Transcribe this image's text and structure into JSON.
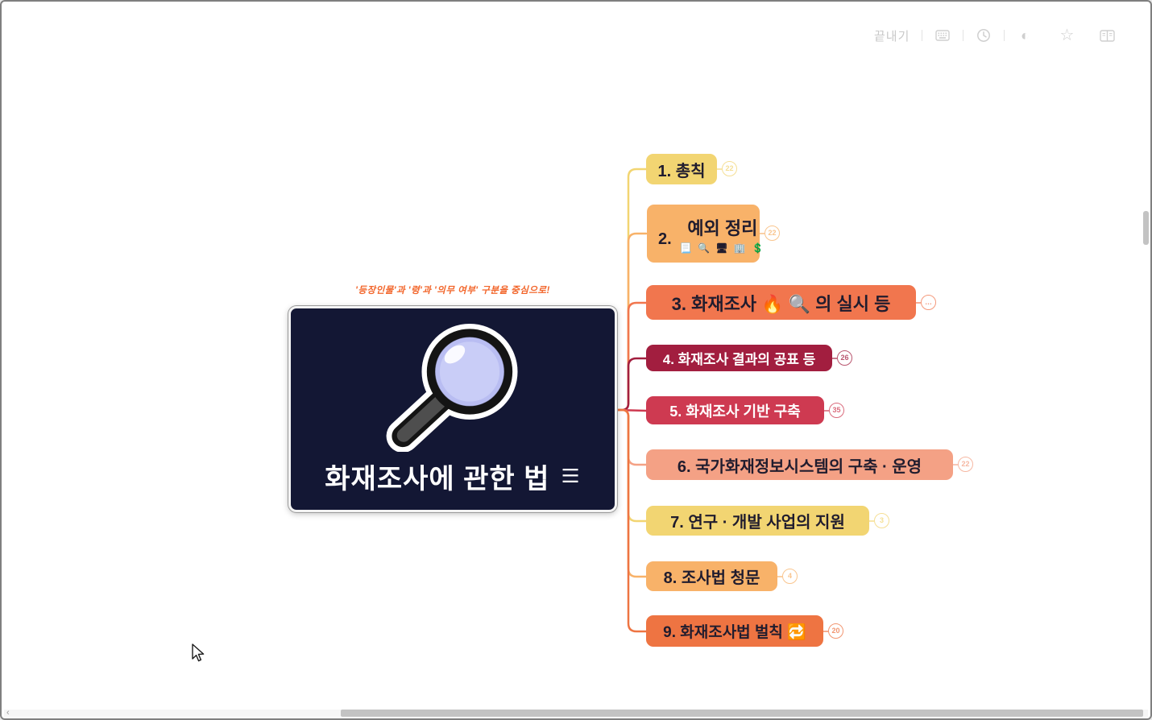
{
  "toolbar": {
    "exit_label": "끝내기",
    "icons": [
      {
        "name": "keyboard-icon"
      },
      {
        "name": "history-clock-icon"
      },
      {
        "name": "contrast-icon",
        "glyph": "◐"
      },
      {
        "name": "star-icon",
        "glyph": "☆"
      },
      {
        "name": "split-view-icon"
      }
    ]
  },
  "annotation": {
    "text": "'등장인물'과 '령'과 '의무 여부' 구분을 중심으로!",
    "color": "#f2652a"
  },
  "central": {
    "title": "화재조사에 관한 법",
    "notes_icon": "☰",
    "bg_color": "#131734",
    "image": "magnifying-glass-illustration"
  },
  "branches": [
    {
      "label": "1. 총칙",
      "badge": "22",
      "color": "#F2D572",
      "text_color": "#201c2e"
    },
    {
      "number": "2.",
      "title": "예외 정리",
      "emojis": "📃 🔍 🖥 🏢 💲",
      "badge": "22",
      "color": "#F8B269",
      "text_color": "#201c2e"
    },
    {
      "label": "3. 화재조사 🔥 🔍 의 실시 등",
      "badge": "…",
      "color": "#F1764E",
      "text_color": "#201c2e"
    },
    {
      "label": "4. 화재조사 결과의 공표 등",
      "badge": "26",
      "color": "#A21E3F",
      "text_color": "#ffffff"
    },
    {
      "label": "5. 화재조사 기반 구축",
      "badge": "35",
      "color": "#CE3A51",
      "text_color": "#ffffff"
    },
    {
      "label": "6. 국가화재정보시스템의 구축 · 운영",
      "badge": "22",
      "color": "#F4A185",
      "text_color": "#201c2e"
    },
    {
      "label": "7. 연구 · 개발 사업의 지원",
      "badge": "3",
      "color": "#F2D572",
      "text_color": "#201c2e"
    },
    {
      "label": "8. 조사법 청문",
      "badge": "4",
      "color": "#F8B269",
      "text_color": "#201c2e"
    },
    {
      "label": "9. 화재조사법 벌칙 🔁",
      "badge": "20",
      "color": "#EE7442",
      "text_color": "#201c2e"
    }
  ],
  "scrollbar": {
    "left_arrow": "‹"
  }
}
